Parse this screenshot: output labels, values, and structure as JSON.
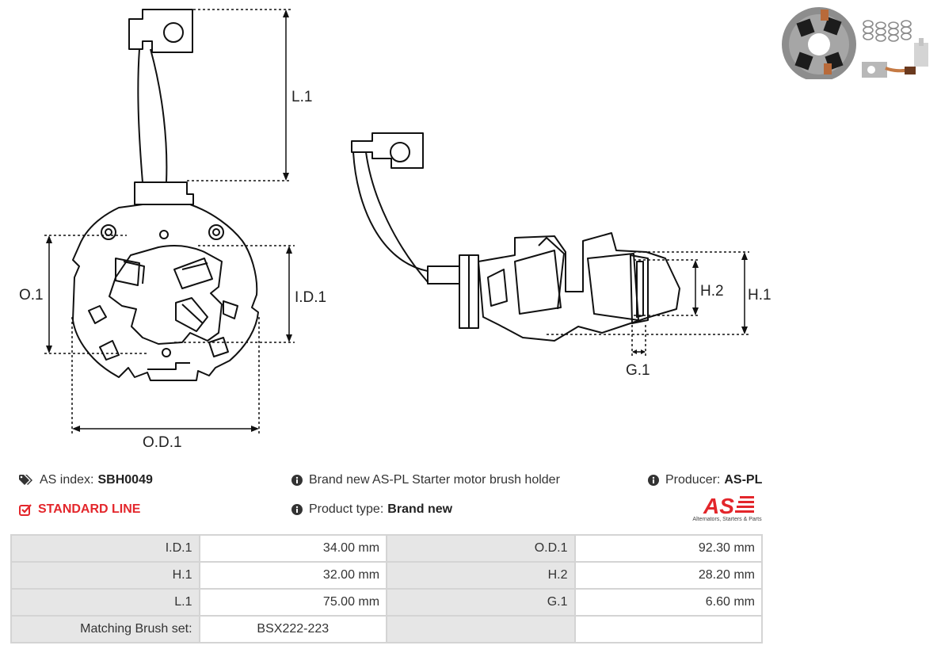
{
  "drawing": {
    "labels": {
      "l1": "L.1",
      "o1": "O.1",
      "id1": "I.D.1",
      "od1": "O.D.1",
      "h1": "H.1",
      "h2": "H.2",
      "g1": "G.1"
    }
  },
  "info": {
    "as_index_label": "AS index:",
    "as_index_value": "SBH0049",
    "standard_line": "STANDARD LINE",
    "description": "Brand new AS-PL Starter motor brush holder",
    "product_type_label": "Product type:",
    "product_type_value": "Brand new",
    "producer_label": "Producer:",
    "producer_value": "AS-PL"
  },
  "logo": {
    "mark": "AS",
    "tagline": "Alternators, Starters & Parts"
  },
  "specs": {
    "rows": [
      {
        "l1": "I.D.1",
        "v1": "34.00 mm",
        "l2": "O.D.1",
        "v2": "92.30 mm"
      },
      {
        "l1": "H.1",
        "v1": "32.00 mm",
        "l2": "H.2",
        "v2": "28.20 mm"
      },
      {
        "l1": "L.1",
        "v1": "75.00 mm",
        "l2": "G.1",
        "v2": "6.60 mm"
      },
      {
        "l1": "Matching Brush set:",
        "v1": "BSX222-223",
        "l2": "",
        "v2": ""
      }
    ]
  },
  "icons": {
    "tag": "tags-icon",
    "check": "check-square-icon",
    "info": "info-circle-icon"
  },
  "colors": {
    "accent_red": "#e3262b",
    "label_cell": "#e6e6e6",
    "border": "#d4d4d4"
  }
}
